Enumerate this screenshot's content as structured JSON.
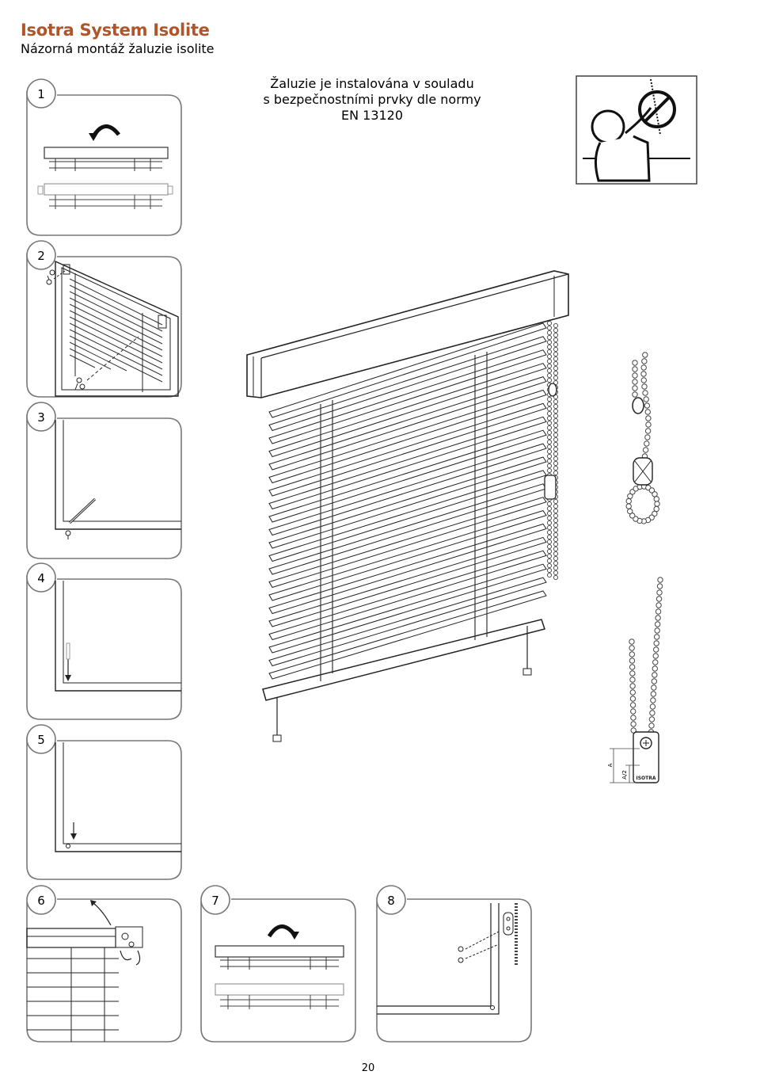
{
  "header": {
    "title": "Isotra System Isolite",
    "subtitle": "Názorná montáž žaluzie isolite"
  },
  "safety_note": {
    "line1": "Žaluzie je instalována v souladu",
    "line2": "s bezpečnostními prvky dle normy",
    "line3": "EN 13120"
  },
  "steps": [
    {
      "number": "1"
    },
    {
      "number": "2"
    },
    {
      "number": "3"
    },
    {
      "number": "4"
    },
    {
      "number": "5"
    },
    {
      "number": "6"
    },
    {
      "number": "7"
    },
    {
      "number": "8"
    }
  ],
  "dimension_labels": {
    "a": "A",
    "a_half": "A/2"
  },
  "brand_mark": "ISOTRA",
  "page_number": "20",
  "colors": {
    "title": "#b0552a",
    "panel_border": "#777777",
    "line": "#222222"
  }
}
